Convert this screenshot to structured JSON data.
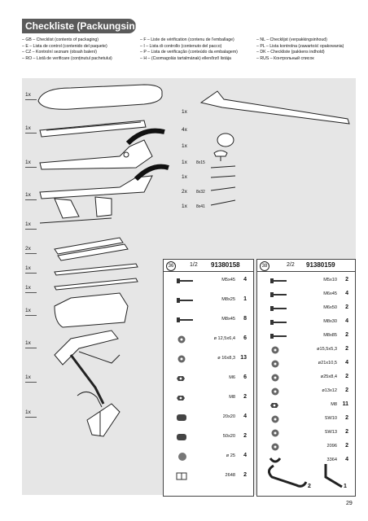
{
  "title": "Checkliste (Packungsinhalt)",
  "legend": [
    [
      "– GB – Checklist (contents of packaging)",
      "– F – Liste de vérification (contenu de l'emballage)",
      "– NL – Checklijst (verpakkingsinhoud)"
    ],
    [
      "– E – Lista de control (contenido del paquete)",
      "– I – Lista di controllo (contenuto del pacco)",
      "– PL – Lista kontrolna (zawartość opakowania)"
    ],
    [
      "– CZ – Kontrolní seznam (obsah balení)",
      "– P – Lista de verificação (conteúdo da embalagem)",
      "– DK – Checkliste (pakkens indhold)"
    ],
    [
      "– RO – Listă de verificare (conținutul pachetului)",
      "– H – (Csomagolás tartalmának) ellenőrző listája",
      "– RUS – Контрольный список"
    ]
  ],
  "left_parts": [
    "1x",
    "1x",
    "1x",
    "1x",
    "1x",
    "2x",
    "1x",
    "1x",
    "1x",
    "1x",
    "1x",
    "1x"
  ],
  "middle_parts": [
    {
      "qty": "1x",
      "size": ""
    },
    {
      "qty": "4x",
      "size": ""
    },
    {
      "qty": "1x",
      "size": ""
    },
    {
      "qty": "1x",
      "size": "8x15"
    },
    {
      "qty": "1x",
      "size": ""
    },
    {
      "qty": "2x",
      "size": "8x32"
    },
    {
      "qty": "1x",
      "size": "8x41"
    }
  ],
  "box1": {
    "badge": "36",
    "page": "1/2",
    "article": "91380158",
    "rows": [
      {
        "spec": "M5x45",
        "count": "4",
        "icon": "bolt"
      },
      {
        "spec": "M8x25",
        "count": "1",
        "icon": "bolt"
      },
      {
        "spec": "M8x45",
        "count": "8",
        "icon": "bolt"
      },
      {
        "spec": "ø 12,5x6,4",
        "count": "6",
        "icon": "washer"
      },
      {
        "spec": "ø 16x8,3",
        "count": "13",
        "icon": "washer"
      },
      {
        "spec": "M6",
        "count": "6",
        "icon": "nut"
      },
      {
        "spec": "M8",
        "count": "2",
        "icon": "nut"
      },
      {
        "spec": "20x20",
        "count": "4",
        "icon": "cap"
      },
      {
        "spec": "50x20",
        "count": "2",
        "icon": "cap"
      },
      {
        "spec": "ø 25",
        "count": "4",
        "icon": "disc"
      },
      {
        "spec": "2648",
        "count": "2",
        "icon": "clip"
      }
    ]
  },
  "box2": {
    "badge": "38",
    "page": "2/2",
    "article": "91380159",
    "rows": [
      {
        "spec": "M5x10",
        "count": "2",
        "icon": "bolt"
      },
      {
        "spec": "M6x45",
        "count": "4",
        "icon": "bolt"
      },
      {
        "spec": "M6x50",
        "count": "2",
        "icon": "bolt"
      },
      {
        "spec": "M8x30",
        "count": "4",
        "icon": "bolt"
      },
      {
        "spec": "M8x85",
        "count": "2",
        "icon": "bolt"
      },
      {
        "spec": "ø15,5x5,3",
        "count": "2",
        "icon": "washer"
      },
      {
        "spec": "ø21x10,5",
        "count": "4",
        "icon": "washer"
      },
      {
        "spec": "ø25x8,4",
        "count": "2",
        "icon": "washer"
      },
      {
        "spec": "ø13x12",
        "count": "2",
        "icon": "washer"
      },
      {
        "spec": "M8",
        "count": "11",
        "icon": "nut"
      },
      {
        "spec": "SW10",
        "count": "2",
        "icon": "washer"
      },
      {
        "spec": "SW13",
        "count": "2",
        "icon": "washer"
      },
      {
        "spec": "2096",
        "count": "2",
        "icon": "washer"
      },
      {
        "spec": "3364",
        "count": "4",
        "icon": "clamp"
      }
    ],
    "tools": [
      {
        "count": "2"
      },
      {
        "count": "1"
      }
    ]
  },
  "page_number": "29"
}
